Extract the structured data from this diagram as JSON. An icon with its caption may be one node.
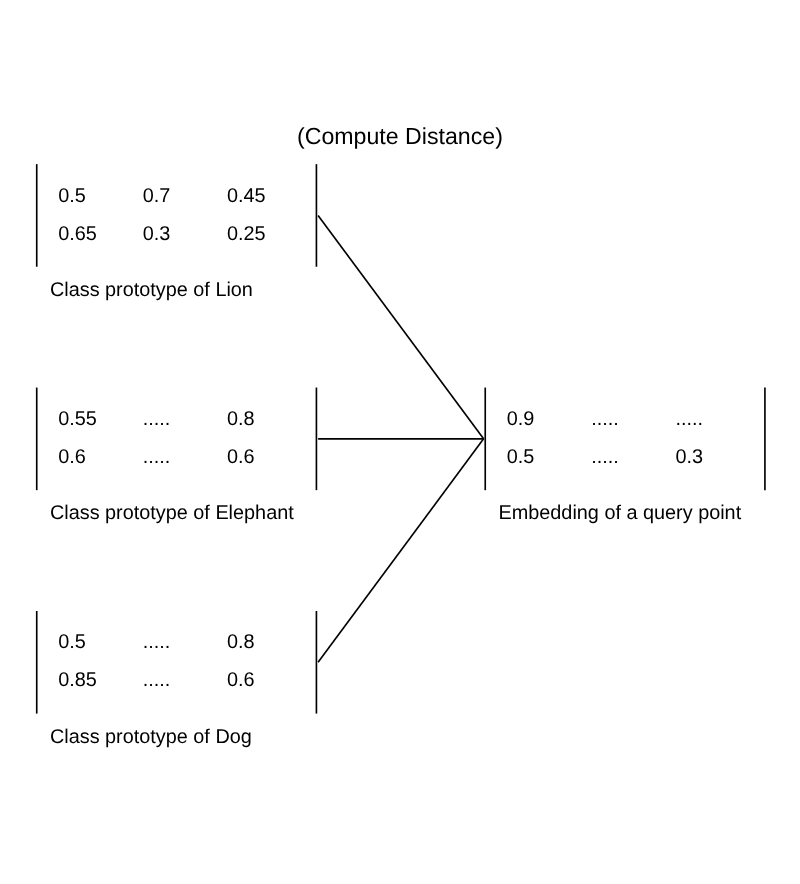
{
  "diagram": {
    "title": "(Compute Distance)",
    "nodes": [
      {
        "text": [
          "0.5",
          "0.7",
          "0.45",
          "0.65",
          "0.3",
          "0.25",
          "Class prototype of Lion"
        ]
      },
      {
        "text": [
          "0.55",
          ".....",
          "0.8",
          "0.6",
          ".....",
          "0.6",
          "Class prototype of Elephant"
        ]
      },
      {
        "text": [
          "0.5",
          ".....",
          "0.8",
          "0.85",
          ".....",
          "0.6",
          "Class prototype of Dog"
        ]
      },
      {
        "text": [
          "0.9",
          ".....",
          ".....",
          "0.5",
          ".....",
          "0.3",
          "Embedding of a query point"
        ]
      }
    ],
    "edges": [
      {
        "from": 0,
        "to": 3,
        "arrow": "none"
      },
      {
        "from": 1,
        "to": 3,
        "arrow": "none"
      },
      {
        "from": 2,
        "to": 3,
        "arrow": "none"
      }
    ]
  }
}
